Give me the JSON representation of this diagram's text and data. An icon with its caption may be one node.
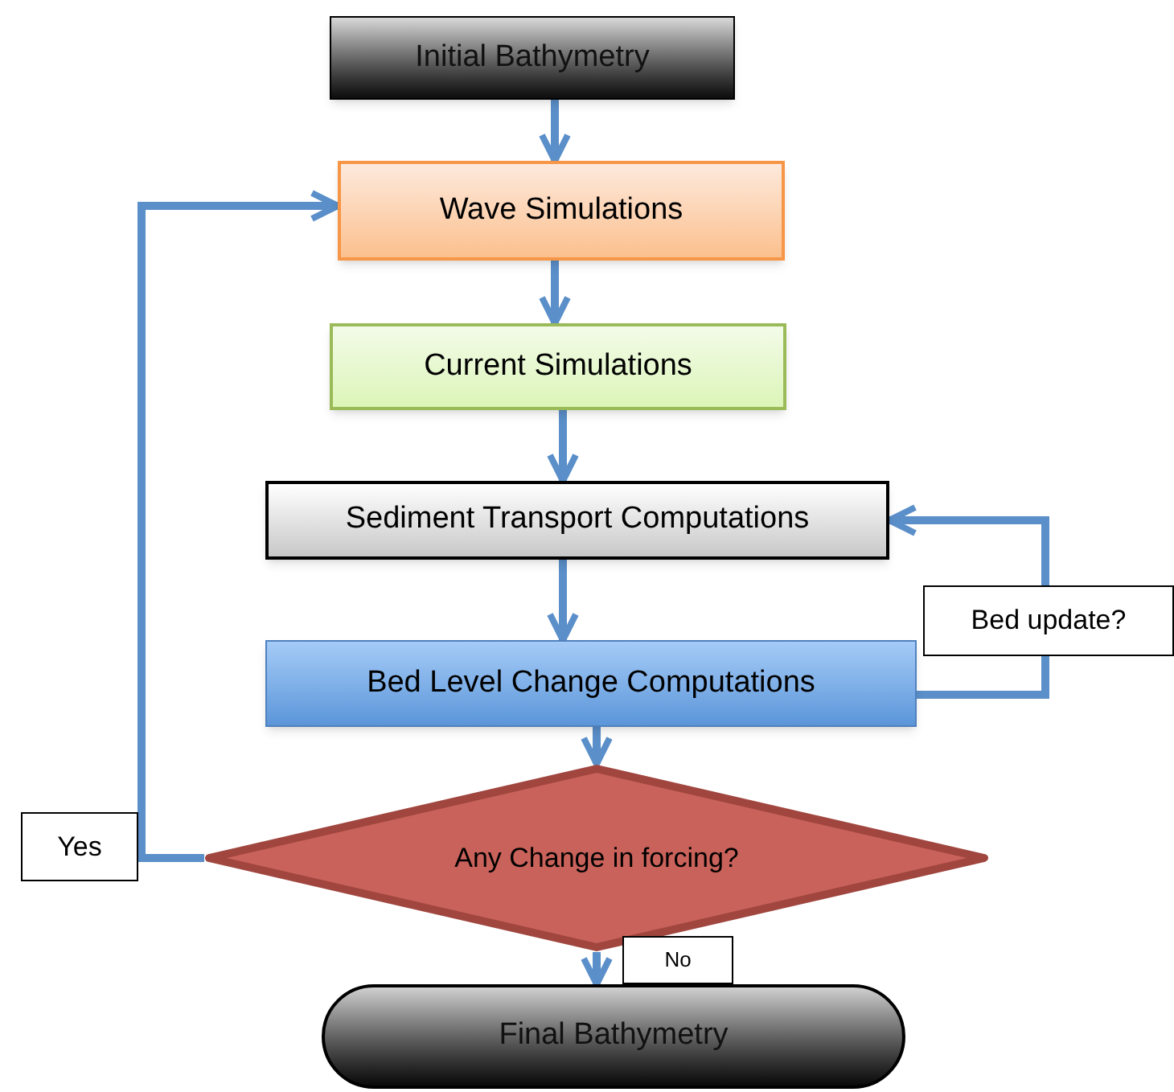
{
  "diagram": {
    "nodes": [
      {
        "text": [
          "Initial Bathymetry"
        ]
      },
      {
        "text": [
          "Wave Simulations"
        ]
      },
      {
        "text": [
          "Current Simulations"
        ]
      },
      {
        "text": [
          "Sediment Transport Computations"
        ]
      },
      {
        "text": [
          "Bed Level Change Computations"
        ]
      },
      {
        "text": [
          "Any Change in forcing?"
        ]
      },
      {
        "text": [
          "Final Bathymetry"
        ]
      }
    ],
    "edges": [
      {
        "from": 0,
        "to": 1,
        "arrow": "to"
      },
      {
        "from": 1,
        "to": 2,
        "arrow": "to"
      },
      {
        "from": 2,
        "to": 3,
        "arrow": "to"
      },
      {
        "from": 3,
        "to": 4,
        "arrow": "to"
      },
      {
        "from": 4,
        "to": 5,
        "arrow": "to"
      },
      {
        "from": 5,
        "to": 6,
        "arrow": "to",
        "label": "No"
      },
      {
        "from": 5,
        "to": 1,
        "arrow": "to",
        "label": "Yes"
      },
      {
        "from": 4,
        "to": 3,
        "arrow": "to",
        "label": "Bed update?"
      }
    ]
  }
}
